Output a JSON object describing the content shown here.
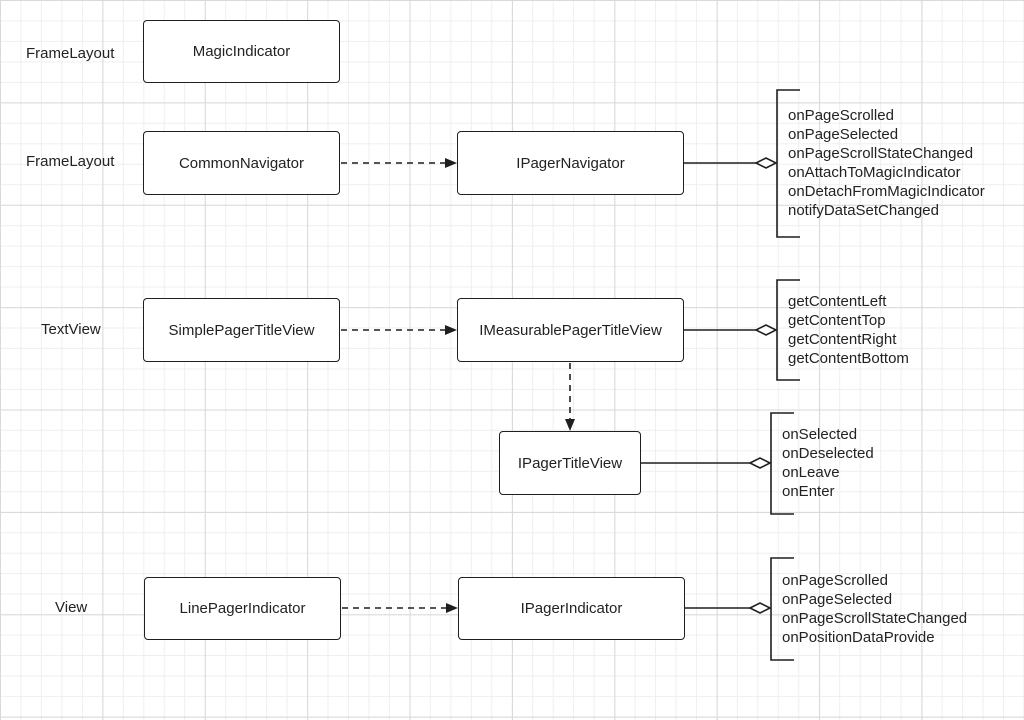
{
  "labels": {
    "row1": "FrameLayout",
    "row2": "FrameLayout",
    "row3": "TextView",
    "row4": "View"
  },
  "boxes": {
    "magic_indicator": "MagicIndicator",
    "common_navigator": "CommonNavigator",
    "ipager_navigator": "IPagerNavigator",
    "simple_pager_title_view": "SimplePagerTitleView",
    "imeasurable_pager_title_view": "IMeasurablePagerTitleView",
    "ipager_title_view": "IPagerTitleView",
    "line_pager_indicator": "LinePagerIndicator",
    "ipager_indicator": "IPagerIndicator"
  },
  "methods": {
    "navigator": [
      "onPageScrolled",
      "onPageSelected",
      "onPageScrollStateChanged",
      "onAttachToMagicIndicator",
      "onDetachFromMagicIndicator",
      "notifyDataSetChanged"
    ],
    "measurable": [
      "getContentLeft",
      "getContentTop",
      "getContentRight",
      "getContentBottom"
    ],
    "title_view": [
      "onSelected",
      "onDeselected",
      "onLeave",
      "onEnter"
    ],
    "indicator": [
      "onPageScrolled",
      "onPageSelected",
      "onPageScrollStateChanged",
      "onPositionDataProvide"
    ]
  },
  "colors": {
    "stroke": "#1f1f1f",
    "grid": "#d9d9d9"
  }
}
